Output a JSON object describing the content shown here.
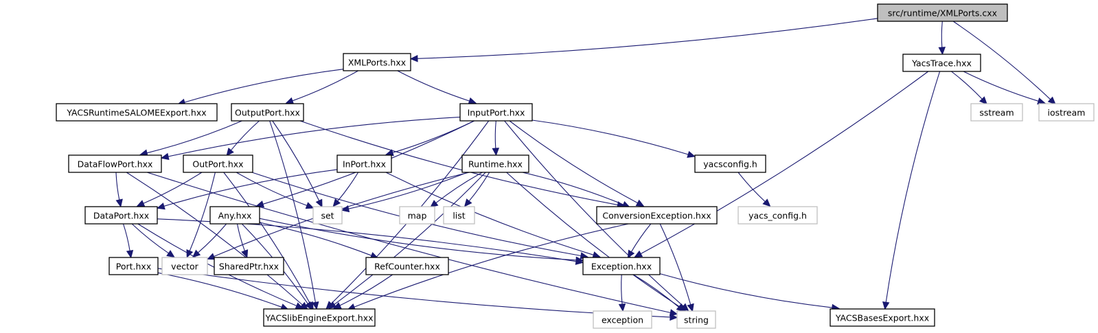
{
  "title": "src/runtime/XMLPorts.cxx include dependency graph",
  "colors": {
    "edge": "#191970",
    "root_fill": "#bfbfbf",
    "node_border": "#000000",
    "external_border": "#bfbfbf"
  },
  "nodes": [
    {
      "id": "root",
      "label": "src/runtime/XMLPorts.cxx",
      "kind": "root"
    },
    {
      "id": "xmlports_hxx",
      "label": "XMLPorts.hxx",
      "kind": "local"
    },
    {
      "id": "yacstrace",
      "label": "YacsTrace.hxx",
      "kind": "local"
    },
    {
      "id": "yacsruntimesalomeexport",
      "label": "YACSRuntimeSALOMEExport.hxx",
      "kind": "local"
    },
    {
      "id": "outputport",
      "label": "OutputPort.hxx",
      "kind": "local"
    },
    {
      "id": "inputport",
      "label": "InputPort.hxx",
      "kind": "local"
    },
    {
      "id": "sstream",
      "label": "sstream",
      "kind": "system"
    },
    {
      "id": "iostream",
      "label": "iostream",
      "kind": "system"
    },
    {
      "id": "dataflowport",
      "label": "DataFlowPort.hxx",
      "kind": "local"
    },
    {
      "id": "outport",
      "label": "OutPort.hxx",
      "kind": "local"
    },
    {
      "id": "inport",
      "label": "InPort.hxx",
      "kind": "local"
    },
    {
      "id": "runtime",
      "label": "Runtime.hxx",
      "kind": "local"
    },
    {
      "id": "yacsconfig",
      "label": "yacsconfig.h",
      "kind": "local"
    },
    {
      "id": "dataport",
      "label": "DataPort.hxx",
      "kind": "local"
    },
    {
      "id": "any",
      "label": "Any.hxx",
      "kind": "local"
    },
    {
      "id": "set",
      "label": "set",
      "kind": "system"
    },
    {
      "id": "map",
      "label": "map",
      "kind": "system"
    },
    {
      "id": "list",
      "label": "list",
      "kind": "system"
    },
    {
      "id": "conversionexception",
      "label": "ConversionException.hxx",
      "kind": "local"
    },
    {
      "id": "yacs_config",
      "label": "yacs_config.h",
      "kind": "system"
    },
    {
      "id": "port",
      "label": "Port.hxx",
      "kind": "local"
    },
    {
      "id": "vector",
      "label": "vector",
      "kind": "system"
    },
    {
      "id": "sharedptr",
      "label": "SharedPtr.hxx",
      "kind": "local"
    },
    {
      "id": "refcounter",
      "label": "RefCounter.hxx",
      "kind": "local"
    },
    {
      "id": "exception_hxx",
      "label": "Exception.hxx",
      "kind": "local"
    },
    {
      "id": "yacslibengineexport",
      "label": "YACSlibEngineExport.hxx",
      "kind": "local"
    },
    {
      "id": "exception",
      "label": "exception",
      "kind": "system"
    },
    {
      "id": "string",
      "label": "string",
      "kind": "system"
    },
    {
      "id": "yacsbasesexport",
      "label": "YACSBasesExport.hxx",
      "kind": "local"
    }
  ],
  "edges": [
    [
      "root",
      "xmlports_hxx"
    ],
    [
      "root",
      "yacstrace"
    ],
    [
      "root",
      "iostream"
    ],
    [
      "xmlports_hxx",
      "yacsruntimesalomeexport"
    ],
    [
      "xmlports_hxx",
      "outputport"
    ],
    [
      "xmlports_hxx",
      "inputport"
    ],
    [
      "yacstrace",
      "sstream"
    ],
    [
      "yacstrace",
      "iostream"
    ],
    [
      "yacstrace",
      "exception_hxx"
    ],
    [
      "yacstrace",
      "yacsbasesexport"
    ],
    [
      "outputport",
      "dataflowport"
    ],
    [
      "outputport",
      "outport"
    ],
    [
      "outputport",
      "set"
    ],
    [
      "outputport",
      "conversionexception"
    ],
    [
      "outputport",
      "yacslibengineexport"
    ],
    [
      "inputport",
      "dataflowport"
    ],
    [
      "inputport",
      "inport"
    ],
    [
      "inputport",
      "runtime"
    ],
    [
      "inputport",
      "any"
    ],
    [
      "inputport",
      "conversionexception"
    ],
    [
      "inputport",
      "yacsconfig"
    ],
    [
      "inputport",
      "string"
    ],
    [
      "inputport",
      "yacslibengineexport"
    ],
    [
      "dataflowport",
      "dataport"
    ],
    [
      "dataflowport",
      "yacslibengineexport"
    ],
    [
      "dataflowport",
      "string"
    ],
    [
      "outport",
      "dataport"
    ],
    [
      "outport",
      "set"
    ],
    [
      "outport",
      "vector"
    ],
    [
      "outport",
      "exception_hxx"
    ],
    [
      "outport",
      "yacslibengineexport"
    ],
    [
      "inport",
      "dataport"
    ],
    [
      "inport",
      "set"
    ],
    [
      "inport",
      "exception_hxx"
    ],
    [
      "runtime",
      "set"
    ],
    [
      "runtime",
      "map"
    ],
    [
      "runtime",
      "list"
    ],
    [
      "runtime",
      "vector"
    ],
    [
      "runtime",
      "conversionexception"
    ],
    [
      "runtime",
      "string"
    ],
    [
      "runtime",
      "yacslibengineexport"
    ],
    [
      "yacsconfig",
      "yacs_config"
    ],
    [
      "dataport",
      "port"
    ],
    [
      "dataport",
      "vector"
    ],
    [
      "dataport",
      "exception_hxx"
    ],
    [
      "dataport",
      "yacslibengineexport"
    ],
    [
      "any",
      "vector"
    ],
    [
      "any",
      "sharedptr"
    ],
    [
      "any",
      "refcounter"
    ],
    [
      "any",
      "exception_hxx"
    ],
    [
      "any",
      "yacslibengineexport"
    ],
    [
      "conversionexception",
      "exception_hxx"
    ],
    [
      "conversionexception",
      "string"
    ],
    [
      "conversionexception",
      "yacslibengineexport"
    ],
    [
      "port",
      "yacslibengineexport"
    ],
    [
      "port",
      "string"
    ],
    [
      "refcounter",
      "yacslibengineexport"
    ],
    [
      "exception_hxx",
      "exception"
    ],
    [
      "exception_hxx",
      "string"
    ],
    [
      "exception_hxx",
      "yacsbasesexport"
    ]
  ]
}
